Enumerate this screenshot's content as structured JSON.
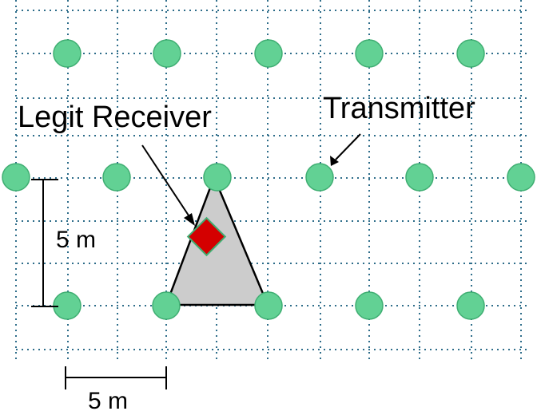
{
  "labels": {
    "receiver": "Legit Receiver",
    "transmitter": "Transmitter",
    "vertical_scale": "5 m",
    "horizontal_scale": "5 m"
  },
  "colors": {
    "grid": "#2e6d8a",
    "node_fill": "#62d194",
    "node_stroke": "#3fae72",
    "triangle_fill": "#cccccc",
    "receiver_fill": "#d40000",
    "receiver_stroke": "#3fae72"
  },
  "legend_icons": {
    "transmitter": "green-circle-icon",
    "receiver": "red-diamond-icon"
  }
}
